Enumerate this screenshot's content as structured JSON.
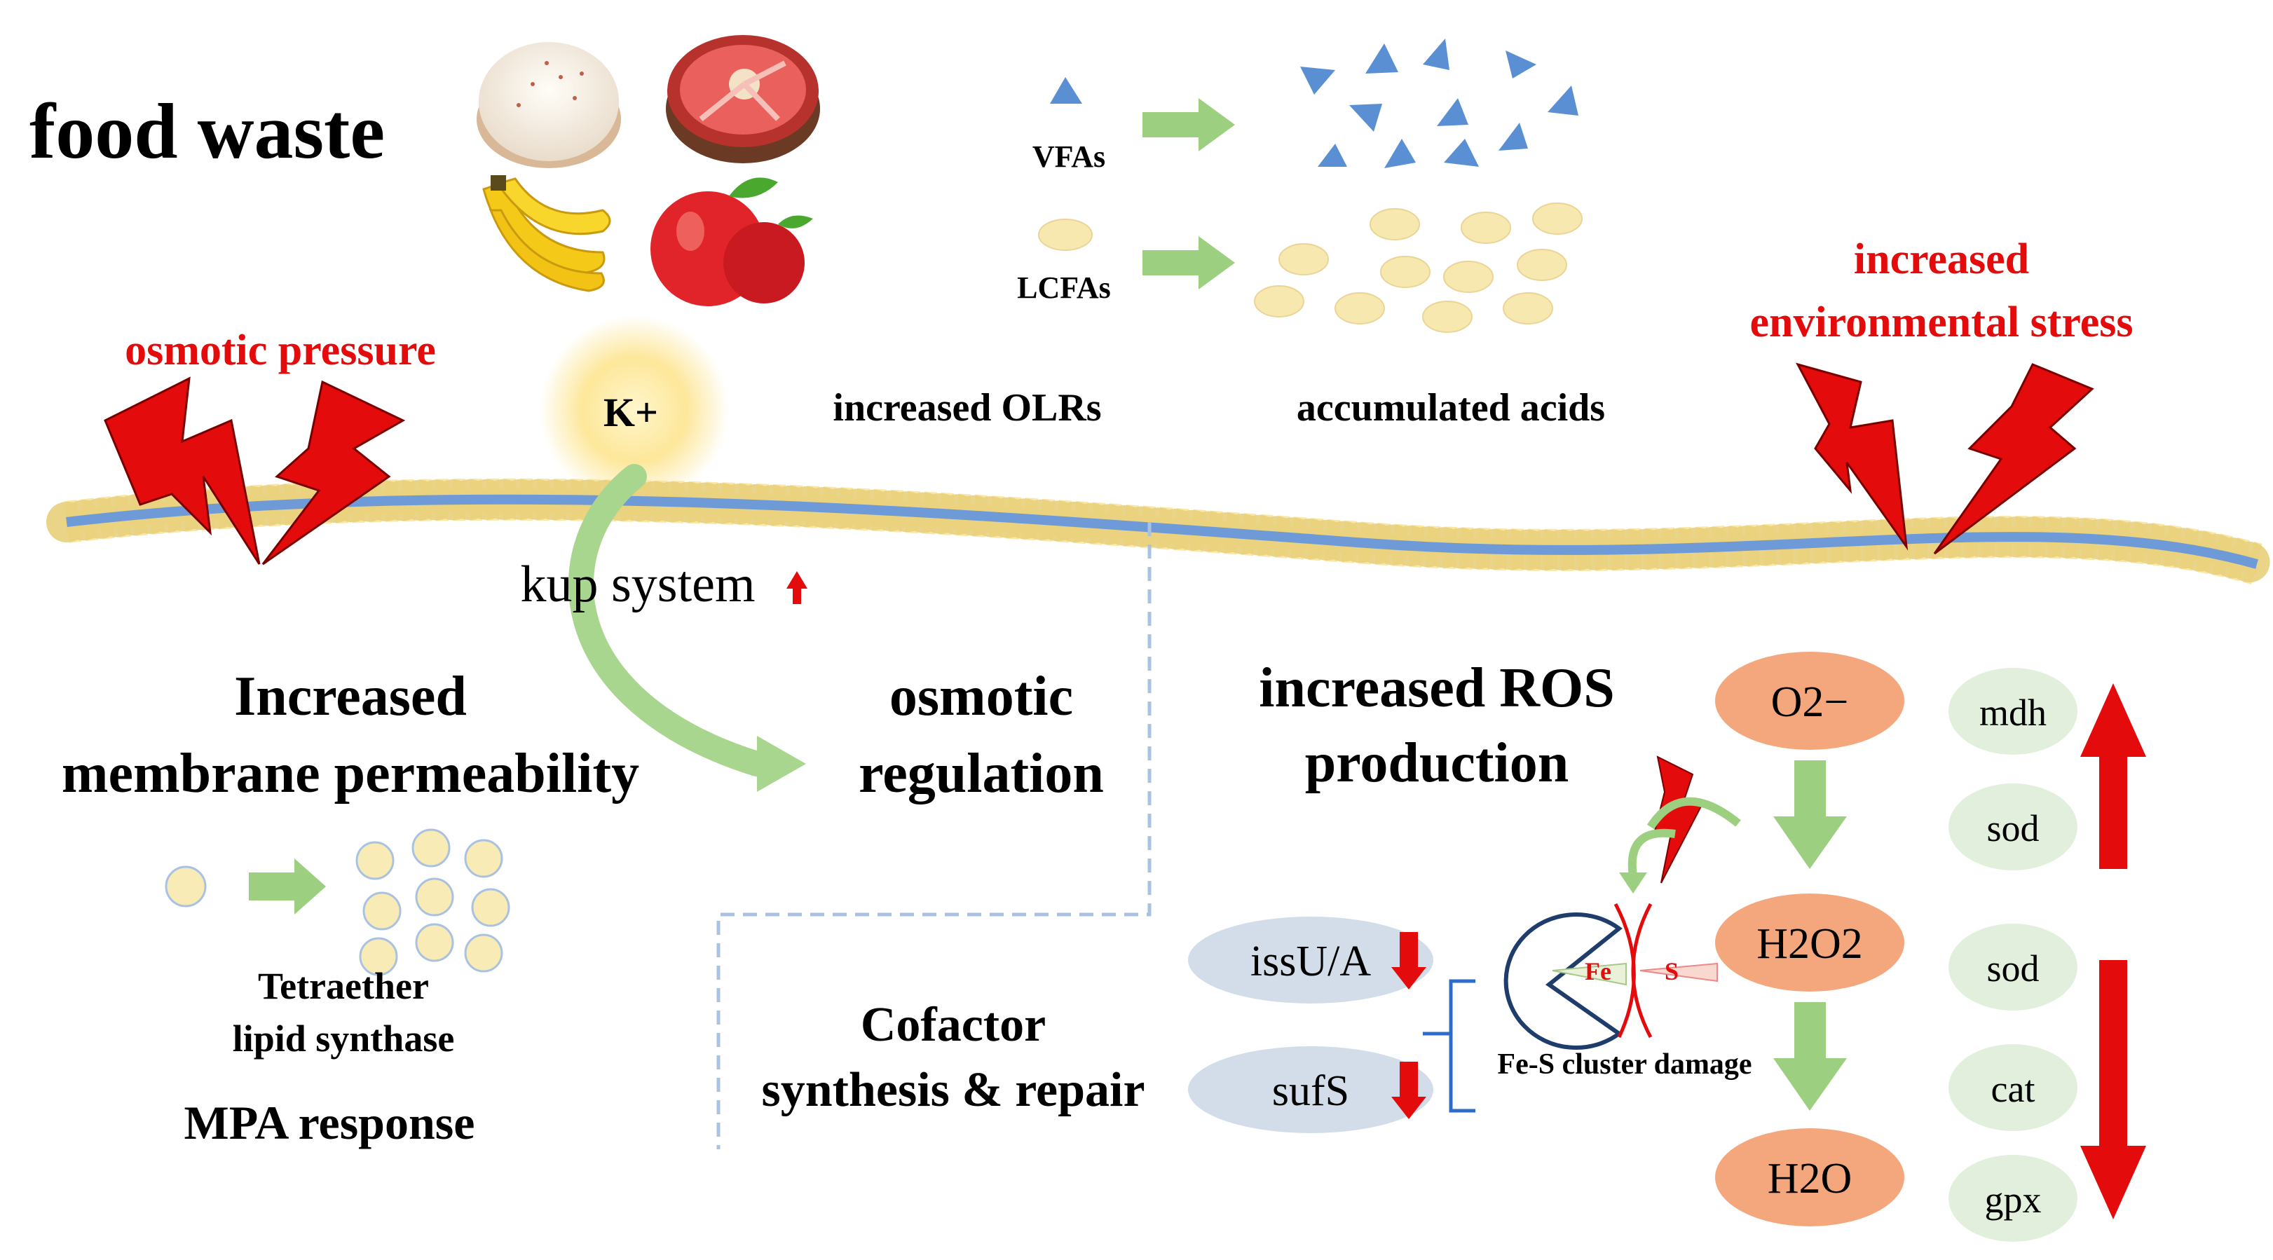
{
  "food_waste": {
    "title": "food waste"
  },
  "acids": {
    "vfa_label": "VFAs",
    "lcfa_label": "LCFAs",
    "triangle_color": "#5b8fd4",
    "oval_color": "#f7e8b0"
  },
  "stress": {
    "osmotic_pressure": "osmotic pressure",
    "env_stress_line1": "increased",
    "env_stress_line2": "environmental stress",
    "increased_olrs": "increased OLRs",
    "accumulated_acids": "accumulated acids",
    "lightning_color": "#e30b0b"
  },
  "potassium": {
    "ion_label": "K+",
    "kup_system": "kup system"
  },
  "membrane": {
    "title_line1": "Increased",
    "title_line2": "membrane permeability",
    "enzyme_line1": "Tetraether",
    "enzyme_line2": "lipid synthase",
    "mpa_response": "MPA response",
    "osmotic_line1": "osmotic",
    "osmotic_line2": "regulation"
  },
  "ros": {
    "title_line1": "increased ROS",
    "title_line2": "production",
    "species": [
      "O2−",
      "H2O2",
      "H2O"
    ],
    "species_color": "#f4a77d"
  },
  "cofactor": {
    "title_line1": "Cofactor",
    "title_line2": "synthesis & repair",
    "genes": [
      "issU/A",
      "sufS"
    ],
    "fe": "Fe",
    "s": "S",
    "damage_label": "Fe-S cluster damage"
  },
  "enzymes": {
    "up": [
      "mdh",
      "sod"
    ],
    "down": [
      "sod",
      "cat",
      "gpx"
    ],
    "pill_color": "#e1efdc",
    "arrow_color": "#e30b0b"
  }
}
